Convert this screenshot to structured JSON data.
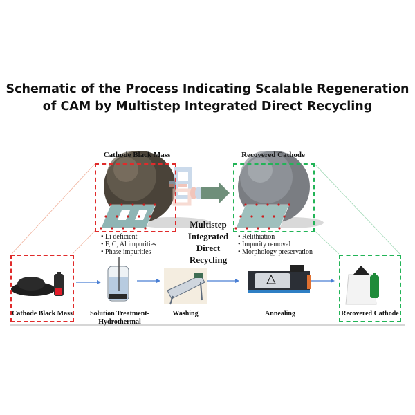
{
  "title": {
    "line1": "Schematic of the Process Indicating Scalable Regeneration",
    "line2": "of CAM by Multistep Integrated Direct Recycling"
  },
  "top_left": {
    "label": "Cathode Black Mass",
    "bullets": [
      "Li deficient",
      "F, C, Al impurities",
      "Phase impurities"
    ]
  },
  "top_right": {
    "label": "Recovered Cathode",
    "bullets": [
      "Relithiation",
      "Impurity removal",
      "Morphology preservation"
    ]
  },
  "center": {
    "lines": [
      "Multistep",
      "Integrated",
      "Direct",
      "Recycling"
    ]
  },
  "steps": [
    {
      "label": "Cathode  Black Mass"
    },
    {
      "label": "Solution Treatment-",
      "label2": "Hydrothermal"
    },
    {
      "label": "Washing"
    },
    {
      "label": "Annealing"
    },
    {
      "label": "Recovered  Cathode"
    }
  ],
  "colors": {
    "red_box": "#e02b2b",
    "green_box": "#22b457",
    "flow_arrow": "#4a7fd4",
    "big_arrow": "#6f8f7a"
  }
}
